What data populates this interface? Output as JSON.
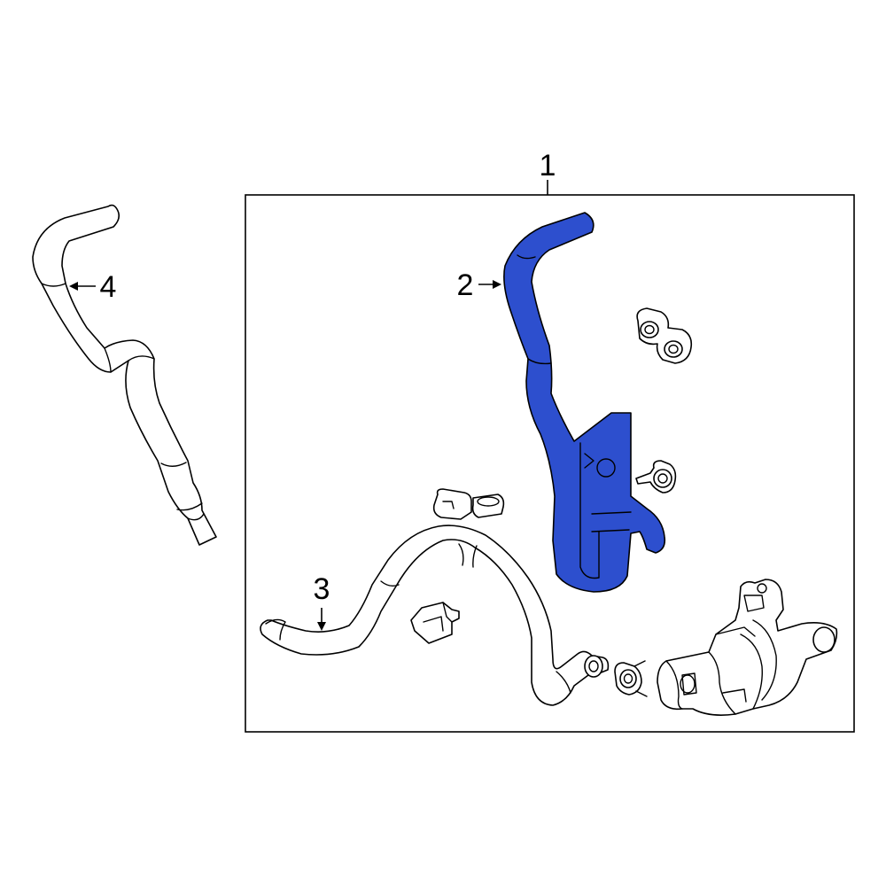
{
  "callouts": {
    "c1": "1",
    "c2": "2",
    "c3": "3",
    "c4": "4"
  },
  "colors": {
    "highlight": "#2d4fce",
    "line": "#000000",
    "background": "#ffffff"
  }
}
